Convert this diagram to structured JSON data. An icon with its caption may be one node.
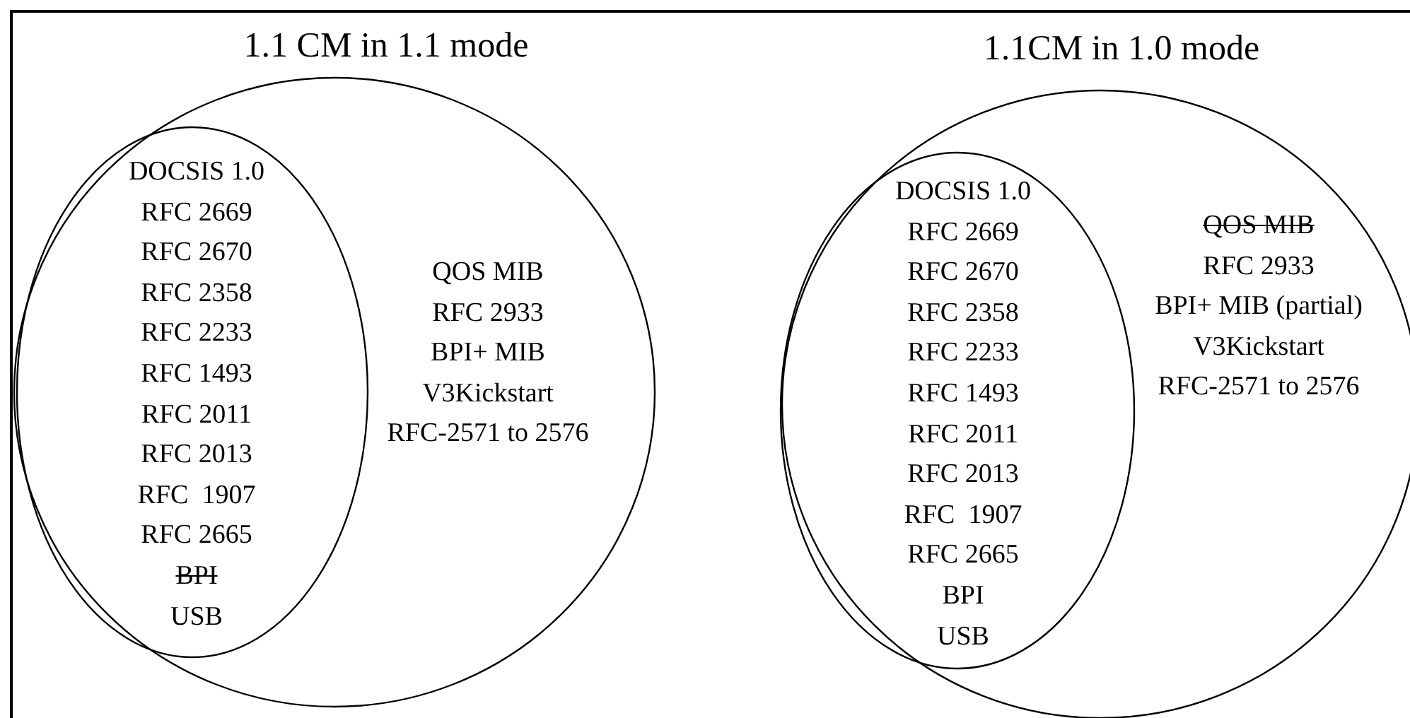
{
  "diagram": {
    "nodes": [
      {
        "text": [
          "1.1 CM in 1.1 mode",
          "QOS MIB",
          "RFC 2933",
          "BPI+ MIB",
          "V3Kickstart",
          "RFC-2571 to 2576"
        ]
      },
      {
        "text": [
          "DOCSIS 1.0",
          "RFC 2669",
          "RFC 2670",
          "RFC 2358",
          "RFC 2233",
          "RFC 1493",
          "RFC 2011",
          "RFC 2013",
          "RFC  1907",
          "RFC 2665",
          "BPI",
          "USB"
        ],
        "in": 0
      },
      {
        "text": [
          "1.1CM in 1.0 mode",
          "QOS MIB",
          "RFC 2933",
          "BPI+ MIB (partial)",
          "V3Kickstart",
          "RFC-2571 to 2576"
        ]
      },
      {
        "text": [
          "DOCSIS 1.0",
          "RFC 2669",
          "RFC 2670",
          "RFC 2358",
          "RFC 2233",
          "RFC 1493",
          "RFC 2011",
          "RFC 2013",
          "RFC  1907",
          "RFC 2665",
          "BPI",
          "USB"
        ],
        "in": 2
      }
    ]
  }
}
